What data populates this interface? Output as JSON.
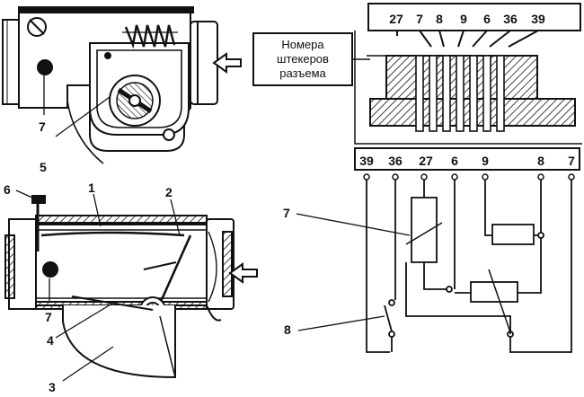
{
  "connector_caption": [
    "Номера",
    "штекеров",
    "разъема"
  ],
  "connector_pins": [
    "27",
    "7",
    "8",
    "9",
    "6",
    "36",
    "39"
  ],
  "terminal_pins": [
    "39",
    "36",
    "27",
    "6",
    "9",
    "8",
    "7"
  ],
  "top_view": {
    "label_7": "7",
    "label_5": "5"
  },
  "section_view": {
    "label_6": "6",
    "label_1": "1",
    "label_2": "2",
    "label_7": "7",
    "label_4": "4",
    "label_3": "3"
  },
  "circuit": {
    "label_7": "7",
    "label_8": "8"
  }
}
